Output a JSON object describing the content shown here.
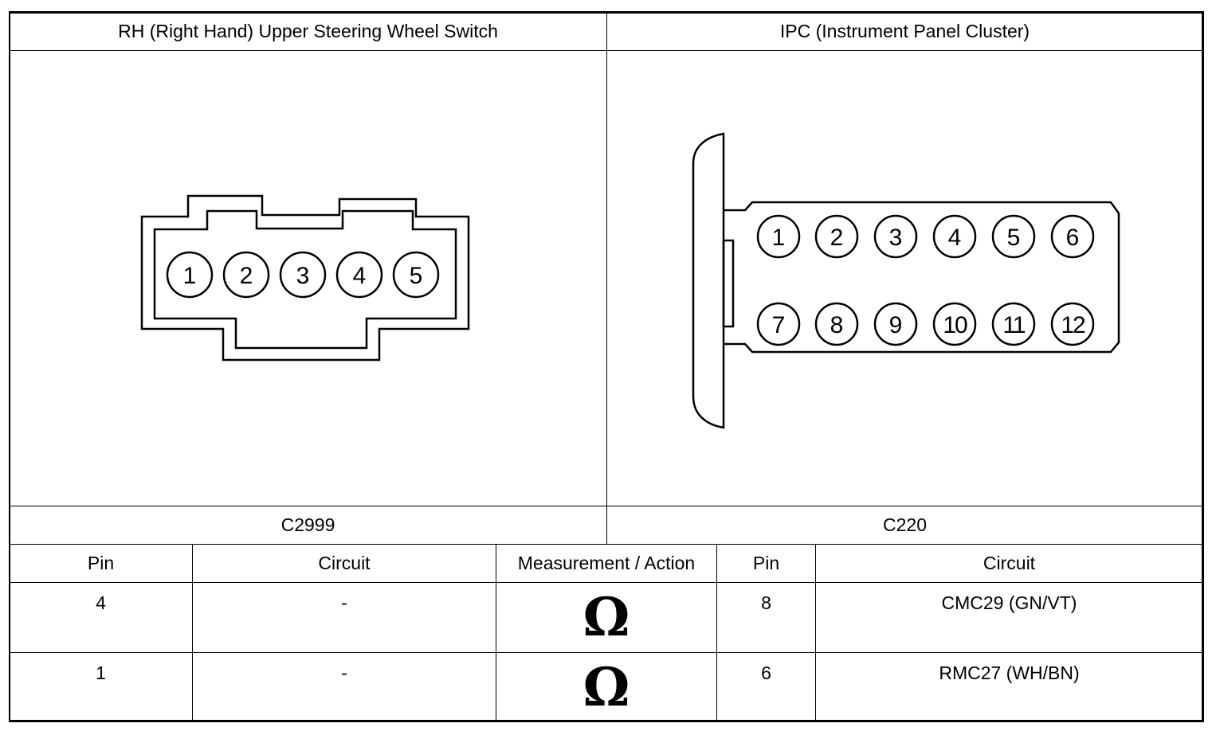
{
  "header": {
    "left_title": "RH (Right Hand) Upper Steering Wheel Switch",
    "right_title": "IPC (Instrument Panel Cluster)"
  },
  "connectors": {
    "left": {
      "name": "C2999",
      "pins": [
        "1",
        "2",
        "3",
        "4",
        "5"
      ]
    },
    "right": {
      "name": "C220",
      "pins_top": [
        "1",
        "2",
        "3",
        "4",
        "5",
        "6"
      ],
      "pins_bottom": [
        "7",
        "8",
        "9",
        "10",
        "11",
        "12"
      ]
    }
  },
  "table": {
    "headers": [
      "Pin",
      "Circuit",
      "Measurement / Action",
      "Pin",
      "Circuit"
    ],
    "rows": [
      {
        "pin_a": "4",
        "circuit_a": "-",
        "measurement": "Ω",
        "pin_b": "8",
        "circuit_b": "CMC29 (GN/VT)"
      },
      {
        "pin_a": "1",
        "circuit_a": "-",
        "measurement": "Ω",
        "pin_b": "6",
        "circuit_b": "RMC27 (WH/BN)"
      }
    ]
  }
}
